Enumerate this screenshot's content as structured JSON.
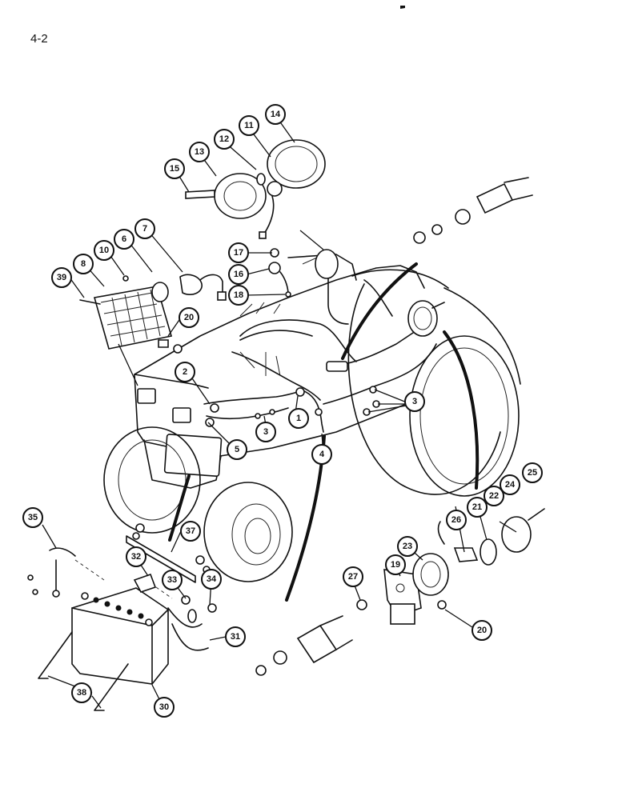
{
  "page": {
    "page_number": "4-2"
  },
  "callouts": [
    {
      "id": "c1",
      "label": "1"
    },
    {
      "id": "c2",
      "label": "2"
    },
    {
      "id": "c3a",
      "label": "3"
    },
    {
      "id": "c3b",
      "label": "3"
    },
    {
      "id": "c4",
      "label": "4"
    },
    {
      "id": "c5",
      "label": "5"
    },
    {
      "id": "c6",
      "label": "6"
    },
    {
      "id": "c7",
      "label": "7"
    },
    {
      "id": "c8",
      "label": "8"
    },
    {
      "id": "c10",
      "label": "10"
    },
    {
      "id": "c11",
      "label": "11"
    },
    {
      "id": "c12",
      "label": "12"
    },
    {
      "id": "c13",
      "label": "13"
    },
    {
      "id": "c14",
      "label": "14"
    },
    {
      "id": "c15",
      "label": "15"
    },
    {
      "id": "c16",
      "label": "16"
    },
    {
      "id": "c17",
      "label": "17"
    },
    {
      "id": "c18",
      "label": "18"
    },
    {
      "id": "c19",
      "label": "19"
    },
    {
      "id": "c20a",
      "label": "20"
    },
    {
      "id": "c20b",
      "label": "20"
    },
    {
      "id": "c21",
      "label": "21"
    },
    {
      "id": "c22",
      "label": "22"
    },
    {
      "id": "c23",
      "label": "23"
    },
    {
      "id": "c24",
      "label": "24"
    },
    {
      "id": "c25",
      "label": "25"
    },
    {
      "id": "c26",
      "label": "26"
    },
    {
      "id": "c27",
      "label": "27"
    },
    {
      "id": "c30",
      "label": "30"
    },
    {
      "id": "c31",
      "label": "31"
    },
    {
      "id": "c32",
      "label": "32"
    },
    {
      "id": "c33",
      "label": "33"
    },
    {
      "id": "c34",
      "label": "34"
    },
    {
      "id": "c35",
      "label": "35"
    },
    {
      "id": "c37",
      "label": "37"
    },
    {
      "id": "c38",
      "label": "38"
    },
    {
      "id": "c39",
      "label": "39"
    }
  ]
}
